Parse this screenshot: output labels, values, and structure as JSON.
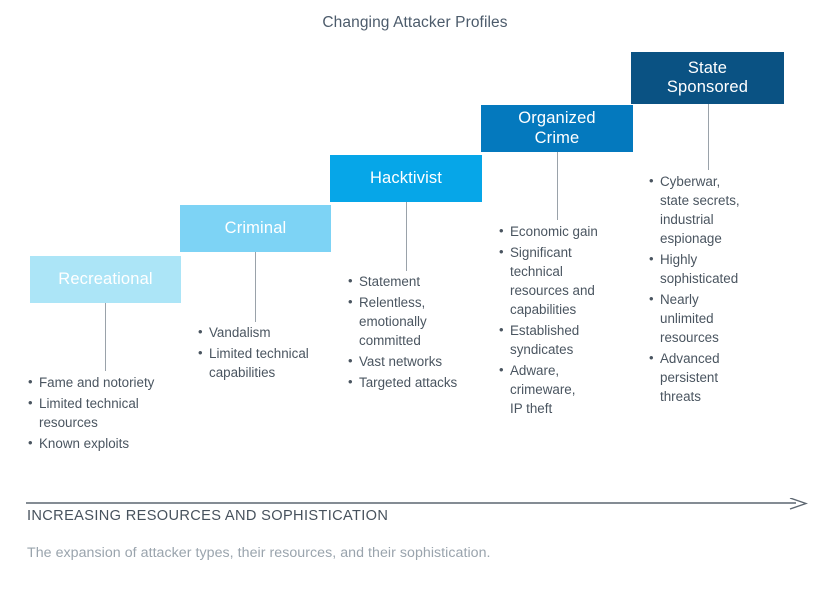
{
  "chart_data": {
    "type": "bar",
    "title": "Changing Attacker Profiles",
    "xlabel": "INCREASING RESOURCES AND SOPHISTICATION",
    "ylabel": "",
    "categories": [
      "Recreational",
      "Criminal",
      "Hacktivist",
      "Organized Crime",
      "State Sponsored"
    ],
    "values": [
      1,
      2,
      3,
      4,
      5
    ],
    "legend_position": "none",
    "grid": false,
    "annotations": [
      "Fame and notoriety",
      "Limited technical resources",
      "Known exploits",
      "Vandalism",
      "Limited technical capabilities",
      "Statement",
      "Relentless, emotionally committed",
      "Vast networks",
      "Targeted attacks",
      "Economic gain",
      "Significant technical resources and capabilities",
      "Established syndicates",
      "Adware, crimeware, IP theft",
      "Cyberwar, state secrets, industrial espionage",
      "Highly sophisticated",
      "Nearly unlimited resources",
      "Advanced persistent threats"
    ]
  },
  "title": "Changing Attacker Profiles",
  "stages": [
    {
      "label": "Recreational",
      "color": "#ace5f7",
      "bullets": [
        "Fame and notoriety",
        "Limited technical\nresources",
        "Known exploits"
      ]
    },
    {
      "label": "Criminal",
      "color": "#7dd3f5",
      "bullets": [
        "Vandalism",
        "Limited technical\ncapabilities"
      ]
    },
    {
      "label": "Hacktivist",
      "color": "#06a6e8",
      "bullets": [
        "Statement",
        "Relentless,\nemotionally\ncommitted",
        "Vast networks",
        "Targeted attacks"
      ]
    },
    {
      "label": "Organized\nCrime",
      "color": "#0479be",
      "bullets": [
        "Economic gain",
        "Significant\ntechnical\nresources and\ncapabilities",
        "Established\nsyndicates",
        "Adware,\ncrimeware,\nIP theft"
      ]
    },
    {
      "label": "State\nSponsored",
      "color": "#0a5283",
      "bullets": [
        "Cyberwar,\nstate secrets,\nindustrial\nespionage",
        "Highly\nsophisticated",
        "Nearly\nunlimited\nresources",
        "Advanced\npersistent\nthreats"
      ]
    }
  ],
  "axis": {
    "label": "INCREASING RESOURCES AND SOPHISTICATION",
    "arrow_color": "#5c6670"
  },
  "caption": "The expansion of attacker types, their resources, and their sophistication."
}
